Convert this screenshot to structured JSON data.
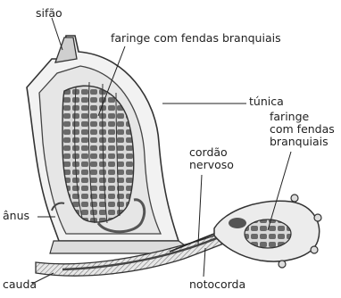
{
  "labels": {
    "sifao": "sifão",
    "faringe_adulto": "faringe com fendas branquiais",
    "tunica": "túnica",
    "faringe_larva": [
      "faringe",
      "com fendas",
      "branquiais"
    ],
    "cordao_nervoso": [
      "cordão",
      "nervoso"
    ],
    "anus": "ânus",
    "cauda": "cauda",
    "notocorda": "notocorda"
  }
}
